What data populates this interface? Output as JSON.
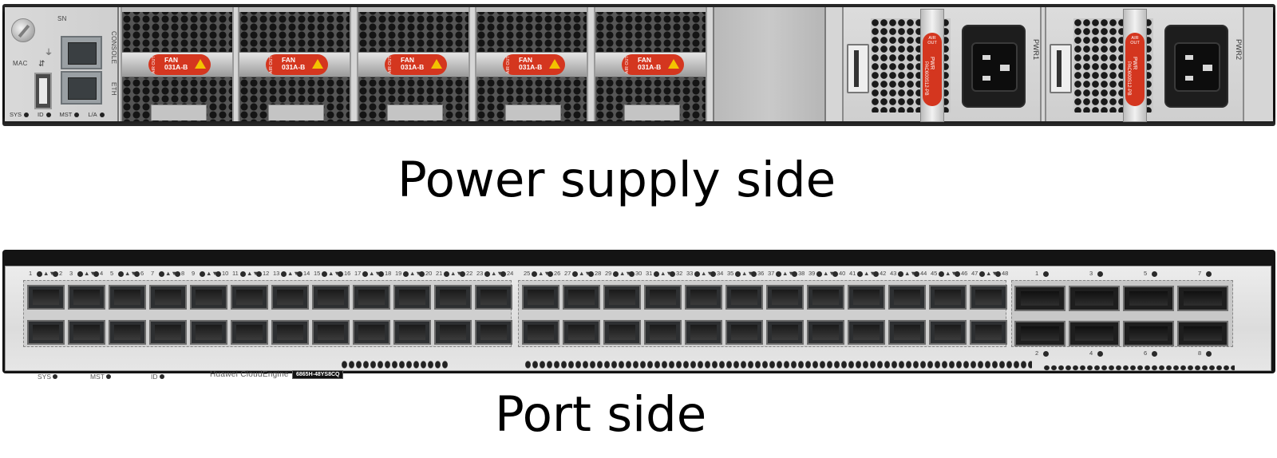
{
  "captions": {
    "power_supply_side": "Power supply side",
    "port_side": "Port side"
  },
  "rear": {
    "mgmt": {
      "sn": "SN",
      "mac": "MAC",
      "console": "CONSOLE",
      "eth": "ETH",
      "leds": [
        "SYS",
        "ID",
        "MST",
        "L/A"
      ]
    },
    "fans": [
      {
        "airout": "AIR OUT",
        "name": "FAN",
        "model": "031A-B"
      },
      {
        "airout": "AIR OUT",
        "name": "FAN",
        "model": "031A-B"
      },
      {
        "airout": "AIR OUT",
        "name": "FAN",
        "model": "031A-B"
      },
      {
        "airout": "AIR OUT",
        "name": "FAN",
        "model": "031A-B"
      },
      {
        "airout": "AIR OUT",
        "name": "FAN",
        "model": "031A-B"
      }
    ],
    "psus": [
      {
        "slot": "PWR1",
        "airout": "AIR OUT",
        "type": "PWR",
        "model": "PAC600S12-PB"
      },
      {
        "slot": "PWR2",
        "airout": "AIR OUT",
        "type": "PWR",
        "model": "PAC600S12-PB"
      }
    ]
  },
  "front": {
    "status_leds": [
      "SYS",
      "MST",
      "ID"
    ],
    "brand": "Huawei CloudEngine",
    "model": "6865H-48YS8CQ",
    "sfp_top_labels": [
      "1",
      "2",
      "3",
      "4",
      "5",
      "6",
      "7",
      "8",
      "9",
      "10",
      "11",
      "12",
      "13",
      "14",
      "15",
      "16",
      "17",
      "18",
      "19",
      "20",
      "21",
      "22",
      "23",
      "24",
      "25",
      "26",
      "27",
      "28",
      "29",
      "30",
      "31",
      "32",
      "33",
      "34",
      "35",
      "36",
      "37",
      "38",
      "39",
      "40",
      "41",
      "42",
      "43",
      "44",
      "45",
      "46",
      "47",
      "48"
    ],
    "qsfp_top_labels": [
      "1",
      "3",
      "5",
      "7"
    ],
    "qsfp_bottom_labels": [
      "2",
      "4",
      "6",
      "8"
    ]
  }
}
